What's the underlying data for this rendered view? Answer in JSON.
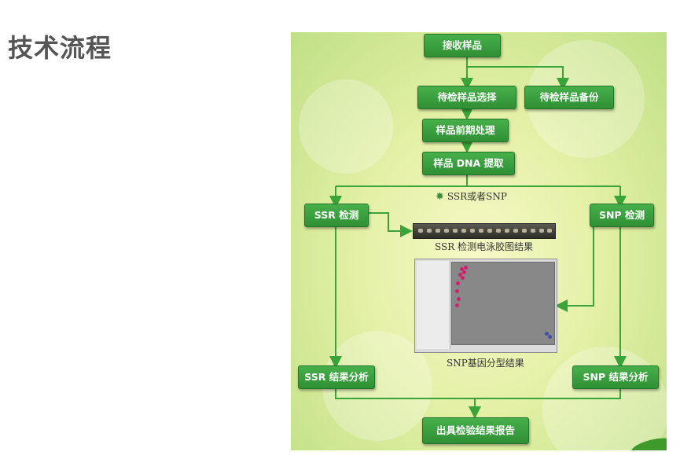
{
  "page": {
    "title": "技术流程"
  },
  "flow": {
    "receive": "接收样品",
    "select": "待检样品选择",
    "backup": "待检样品备份",
    "preprocess": "样品前期处理",
    "extract": "样品 DNA 提取",
    "branch": "SSR或者SNP",
    "ssr_detect": "SSR 检测",
    "snp_detect": "SNP 检测",
    "gel_caption": "SSR 检测电泳胶图结果",
    "snp_caption": "SNP基因分型结果",
    "ssr_analysis": "SSR 结果分析",
    "snp_analysis": "SNP 结果分析",
    "report": "出具检验结果报告"
  },
  "colors": {
    "node": "#2f8f34",
    "line": "#3aa33a",
    "background": "#e4f0a6",
    "heading": "#555555"
  },
  "icons": {
    "branch_marker": "flower-icon"
  }
}
